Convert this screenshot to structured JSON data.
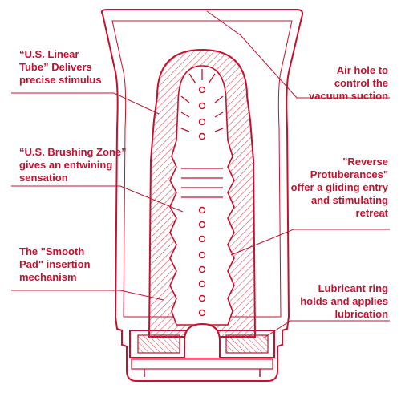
{
  "colors": {
    "accent": "#c8102e",
    "background": "#ffffff",
    "hatch": "#d94a5c"
  },
  "labels": {
    "linear_tube": "“U.S. Linear\nTube” Delivers\nprecise stimulus",
    "brushing_zone": "“U.S. Brushing Zone”\ngives an entwining\nsensation",
    "smooth_pad": "The \"Smooth\nPad\" insertion\nmechanism",
    "air_hole": "Air hole to\ncontrol the\nvacuum suction",
    "reverse_protuberances": "\"Reverse\nProtuberances\"\noffer a gliding entry\nand stimulating\nretreat",
    "lubricant_ring": "Lubricant ring\nholds and applies\nlubrication"
  }
}
